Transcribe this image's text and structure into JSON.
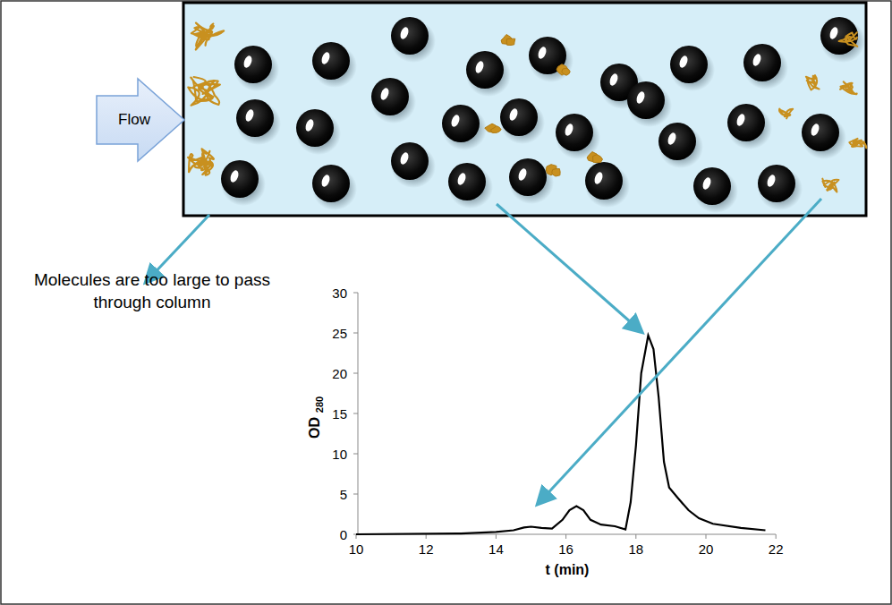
{
  "diagram": {
    "nodes": [
      {
        "text": [
          "Flow"
        ]
      }
    ],
    "labels": [
      "Molecules are too large to pass through column",
      "30",
      "25",
      "20",
      "15",
      "10",
      "5",
      "0",
      "10",
      "12",
      "14",
      "16",
      "18",
      "20",
      "22",
      "OD",
      "280",
      "t (min)"
    ]
  }
}
